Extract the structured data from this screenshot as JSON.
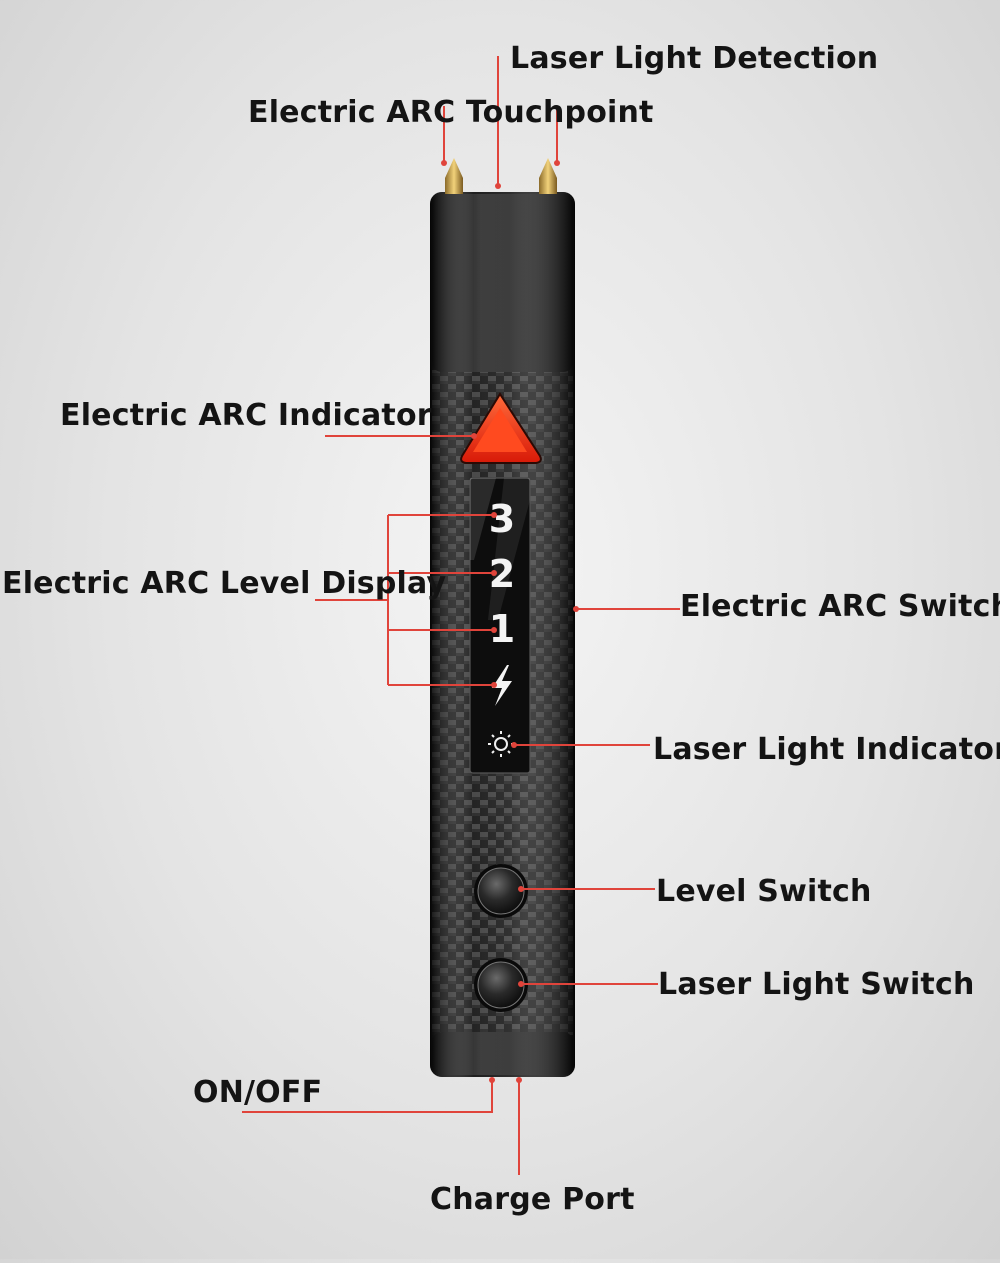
{
  "labels": {
    "laser_light_detection": "Laser Light Detection",
    "electric_arc_touchpoint": "Electric ARC Touchpoint",
    "electric_arc_indicator": "Electric ARC Indicator",
    "electric_arc_level_display": "Electric ARC Level Display",
    "electric_arc_switch": "Electric ARC Switch",
    "laser_light_indicator": "Laser Light Indicator",
    "level_switch": "Level Switch",
    "laser_light_switch": "Laser Light Switch",
    "on_off": "ON/OFF",
    "charge_port": "Charge Port"
  },
  "display": {
    "level_3": "3",
    "level_2": "2",
    "level_1": "1"
  },
  "icons": {
    "arc_indicator": "warning-triangle-icon",
    "arc_level": "lightning-bolt-icon",
    "laser_indicator": "sun-icon"
  },
  "colors": {
    "leader_line": "#e0443b",
    "arc_indicator": "#ff3b1a",
    "device_body": "#111111"
  }
}
